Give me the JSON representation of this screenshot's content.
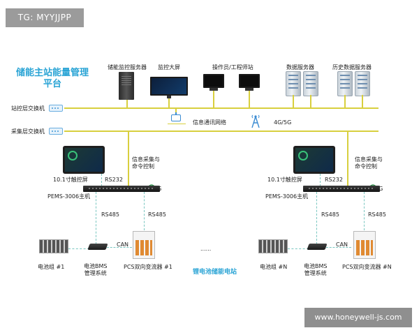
{
  "watermark_top": "TG: MYYJJPP",
  "watermark_bottom": "www.honeywell-js.com",
  "title_line1": "储能主站能量管理",
  "title_line2": "平台",
  "footer_title": "锂电池储能电站",
  "ellipsis": "......",
  "top_devices": {
    "monitor_server": "储能监控服务器",
    "big_screen": "监控大屏",
    "workstation": "操作员/工程师站",
    "data_server": "数据服务器",
    "history_server": "历史数据服务器"
  },
  "network": {
    "station_switch": "站控层交换机",
    "collect_switch": "采集层交换机",
    "info_network": "信息通讯网络",
    "cellular": "4G/5G"
  },
  "left_site": {
    "touchscreen": "10.1寸触控屏",
    "rs232": "RS232",
    "info_collect": [
      "信息采集与",
      "命令控制"
    ],
    "host": "PEMS-3006主机",
    "g4": "4G",
    "rs485_a": "RS485",
    "rs485_b": "RS485",
    "can": "CAN",
    "battery": "电池组 #1",
    "bms": [
      "电池BMS",
      "管理系统"
    ],
    "pcs": "PCS双向变流器 #1"
  },
  "right_site": {
    "touchscreen": "10.1寸触控屏",
    "rs232": "RS232",
    "info_collect": [
      "信息采集与",
      "命令控制"
    ],
    "host": "PEMS-3006主机",
    "g4": "4G",
    "rs485_a": "RS485",
    "rs485_b": "RS485",
    "can": "CAN",
    "battery": "电池组 #N",
    "bms": [
      "电池BMS",
      "管理系统"
    ],
    "pcs": "PCS双向变流器 #N"
  },
  "colors": {
    "title": "#2aa4d5",
    "bus": "#d8cf3e",
    "dashed_link": "#79c6c0",
    "pcs_accent": "#e08a32"
  }
}
